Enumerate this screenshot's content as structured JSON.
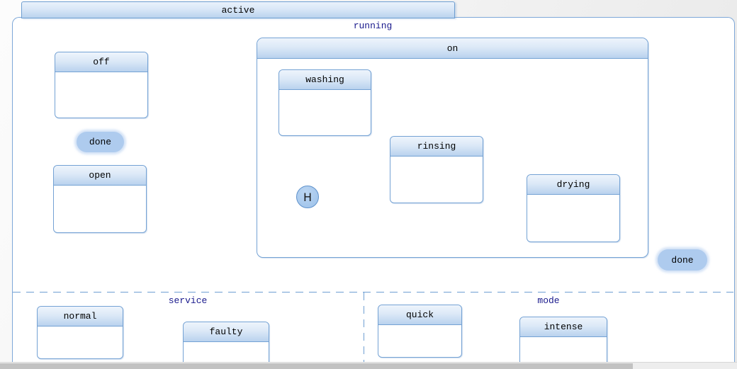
{
  "composite_state": {
    "label": "active"
  },
  "regions": {
    "running": {
      "label": "running"
    },
    "service": {
      "label": "service"
    },
    "mode": {
      "label": "mode"
    }
  },
  "states": {
    "off": {
      "label": "off"
    },
    "open": {
      "label": "open"
    },
    "on": {
      "label": "on"
    },
    "washing": {
      "label": "washing"
    },
    "rinsing": {
      "label": "rinsing"
    },
    "drying": {
      "label": "drying"
    },
    "normal": {
      "label": "normal"
    },
    "faulty": {
      "label": "faulty"
    },
    "quick": {
      "label": "quick"
    },
    "intense": {
      "label": "intense"
    }
  },
  "transition_labels": {
    "done_inner": {
      "label": "done"
    },
    "done_outer": {
      "label": "done"
    }
  },
  "pseudostates": {
    "shallow_history": {
      "label": "H"
    }
  },
  "colors": {
    "node_border": "#74a2d4",
    "outer_border": "#7da7d8",
    "header_gradient_top": "#eef4fc",
    "header_gradient_bottom": "#b9d2ee",
    "region_label_text": "#19198c",
    "state_label_text": "#000000",
    "transition_pill_fill": "#aecbee",
    "dashed_separator": "#6f9fd2",
    "scrollbar_thumb": "#c2c2c2",
    "scrollbar_track": "#ededed"
  }
}
